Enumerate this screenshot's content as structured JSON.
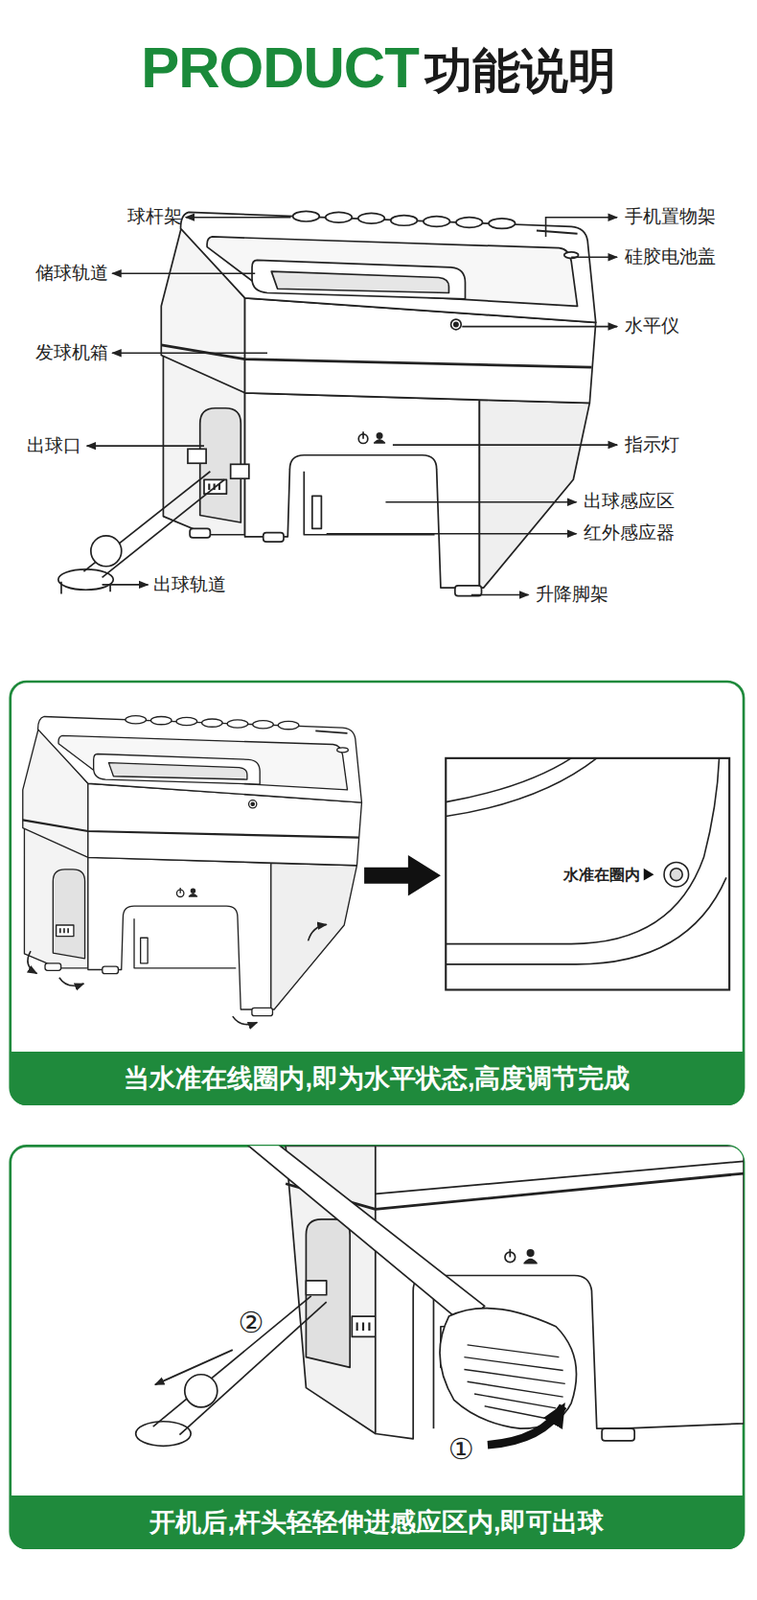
{
  "diagram": {
    "title": "PRODUCT",
    "nodes": [
      {
        "text": [
          "当水准在线圈内,即为水平状态,高度调节完成"
        ]
      },
      {
        "text": [
          "开机后,杆头轻轻伸进感应区内,即可出球"
        ]
      }
    ],
    "labels": [
      "功能说明",
      "球杆架",
      "储球轨道",
      "发球机箱",
      "出球口",
      "出球轨道",
      "手机置物架",
      "硅胶电池盖",
      "水平仪",
      "指示灯",
      "出球感应区",
      "红外感应器",
      "升降脚架",
      "水准在圈内",
      "②",
      "①"
    ]
  }
}
